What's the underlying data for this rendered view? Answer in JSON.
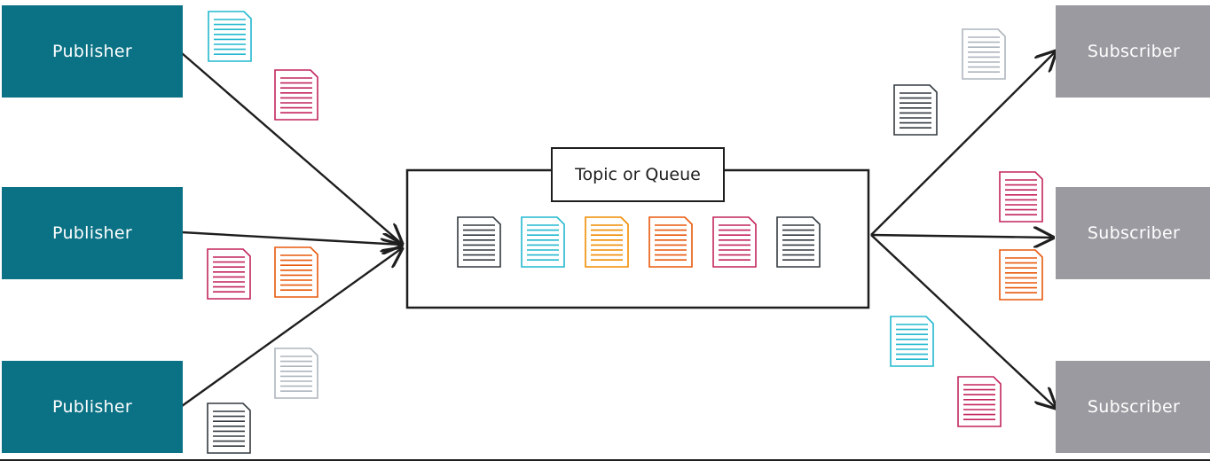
{
  "publishers": [
    {
      "label": "Publisher"
    },
    {
      "label": "Publisher"
    },
    {
      "label": "Publisher"
    }
  ],
  "subscribers": [
    {
      "label": "Subscriber"
    },
    {
      "label": "Subscriber"
    },
    {
      "label": "Subscriber"
    }
  ],
  "topic": {
    "label": "Topic or Queue"
  },
  "colors": {
    "publisher": "#0b7285",
    "subscriber": "#9a9aa0",
    "stroke": "#1e1e1e",
    "doc_dark": "#343a40",
    "doc_cyan": "#22b8cf",
    "doc_orange": "#f08c00",
    "doc_salmon": "#e8590c",
    "doc_red": "#c2255c",
    "doc_gray": "#adb5bd"
  }
}
